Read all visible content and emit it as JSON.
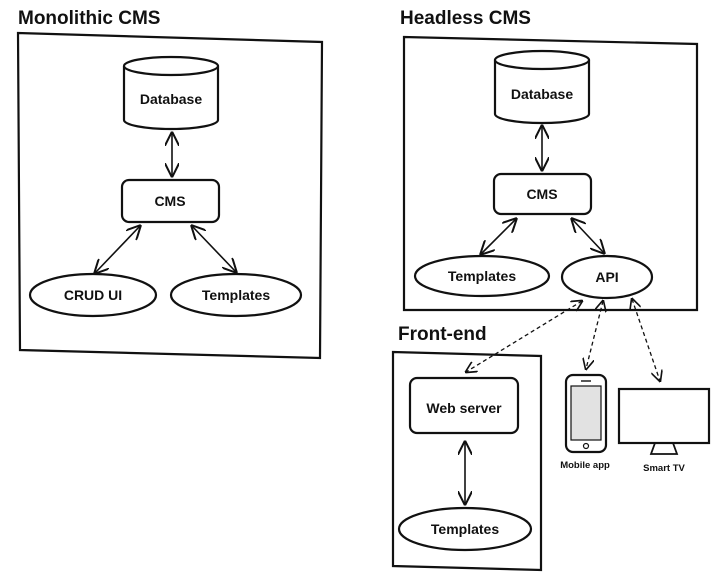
{
  "monolithic": {
    "title": "Monolithic CMS",
    "database": "Database",
    "cms": "CMS",
    "crud_ui": "CRUD UI",
    "templates": "Templates"
  },
  "headless": {
    "title": "Headless CMS",
    "database": "Database",
    "cms": "CMS",
    "templates": "Templates",
    "api": "API"
  },
  "frontend": {
    "title": "Front-end",
    "web_server": "Web server",
    "templates": "Templates"
  },
  "devices": {
    "mobile_app": "Mobile app",
    "smart_tv": "Smart TV"
  }
}
